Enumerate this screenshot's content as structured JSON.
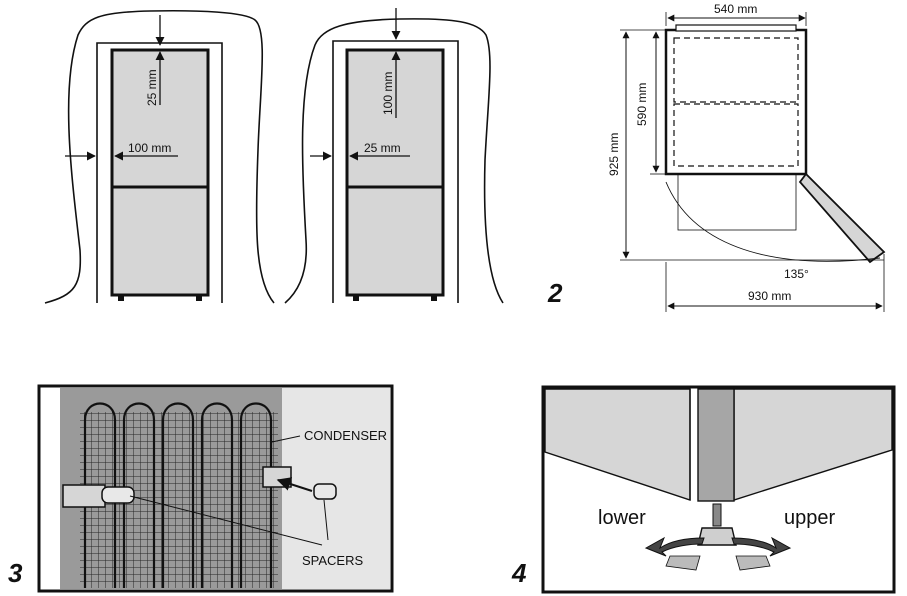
{
  "fig1": {
    "left": {
      "top_gap": "25 mm",
      "side_gap": "100 mm"
    },
    "right": {
      "top_gap": "100 mm",
      "side_gap": "25 mm"
    }
  },
  "fig2": {
    "number": "2",
    "width": "540 mm",
    "depth": "590 mm",
    "height": "925 mm",
    "angle": "135°",
    "door_open_depth": "930 mm"
  },
  "fig3": {
    "number": "3",
    "condenser_label": "CONDENSER",
    "spacers_label": "SPACERS"
  },
  "fig4": {
    "number": "4",
    "lower_label": "lower",
    "upper_label": "upper"
  }
}
